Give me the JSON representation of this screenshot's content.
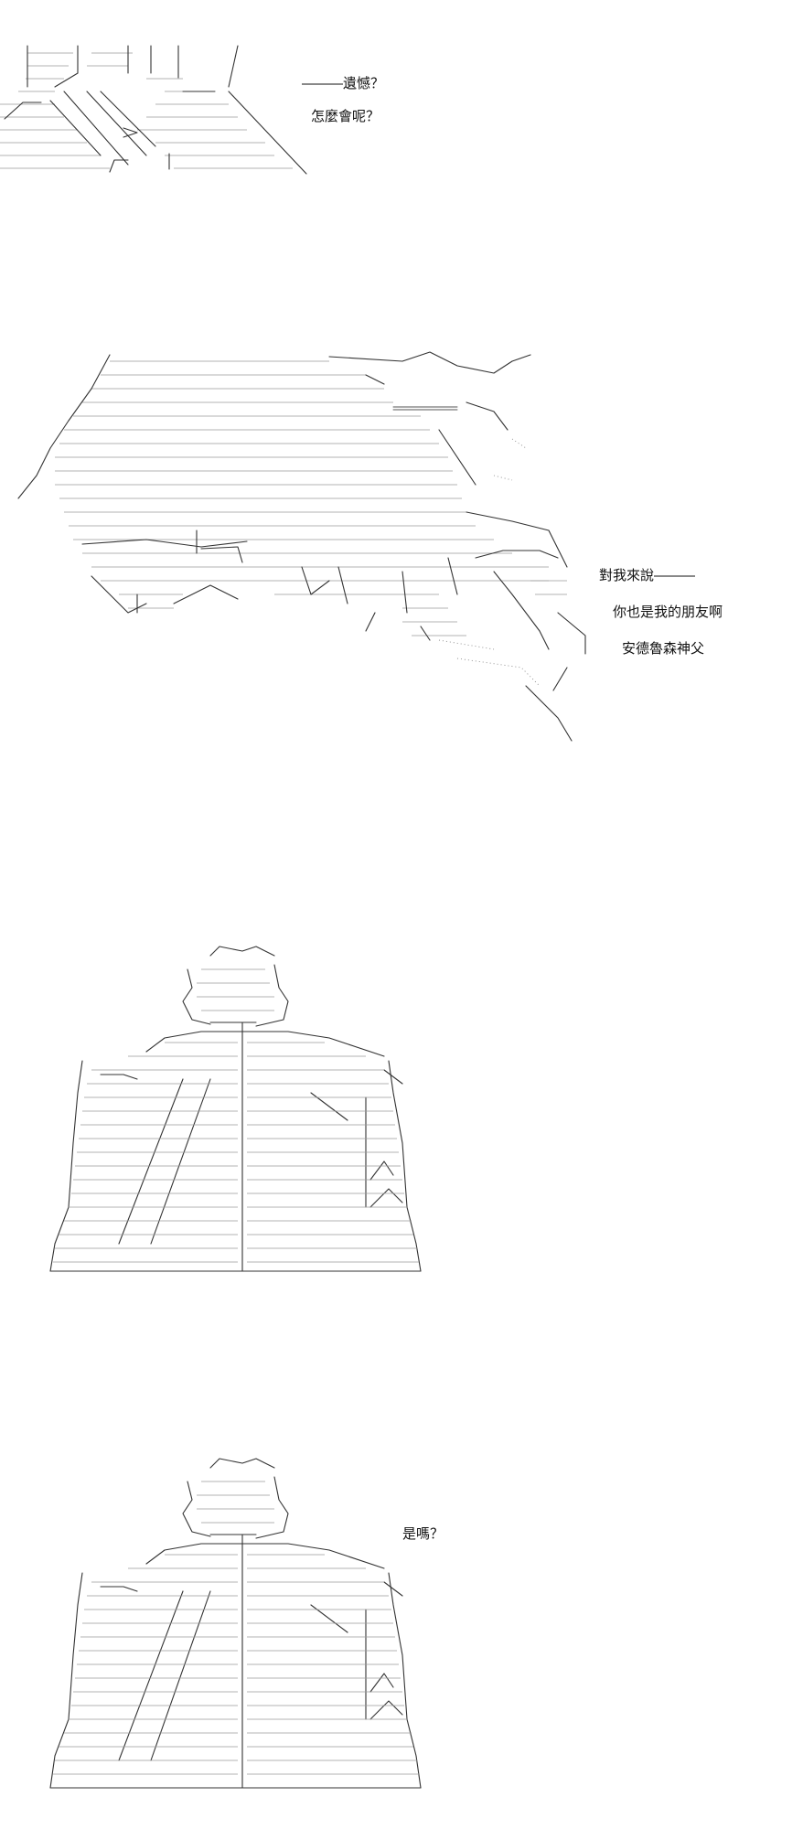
{
  "panels": [
    {
      "id": "panel-1",
      "lines": [
        "―――遺憾？",
        "怎麼會呢？"
      ]
    },
    {
      "id": "panel-2",
      "lines": [
        "對我來說―――",
        "你也是我的朋友啊",
        "安德魯森神父"
      ]
    },
    {
      "id": "panel-3",
      "lines": []
    },
    {
      "id": "panel-4",
      "lines": [
        "是嗎？"
      ]
    }
  ],
  "colors": {
    "background": "#ffffff",
    "ink": "#333333",
    "text": "#111111"
  }
}
